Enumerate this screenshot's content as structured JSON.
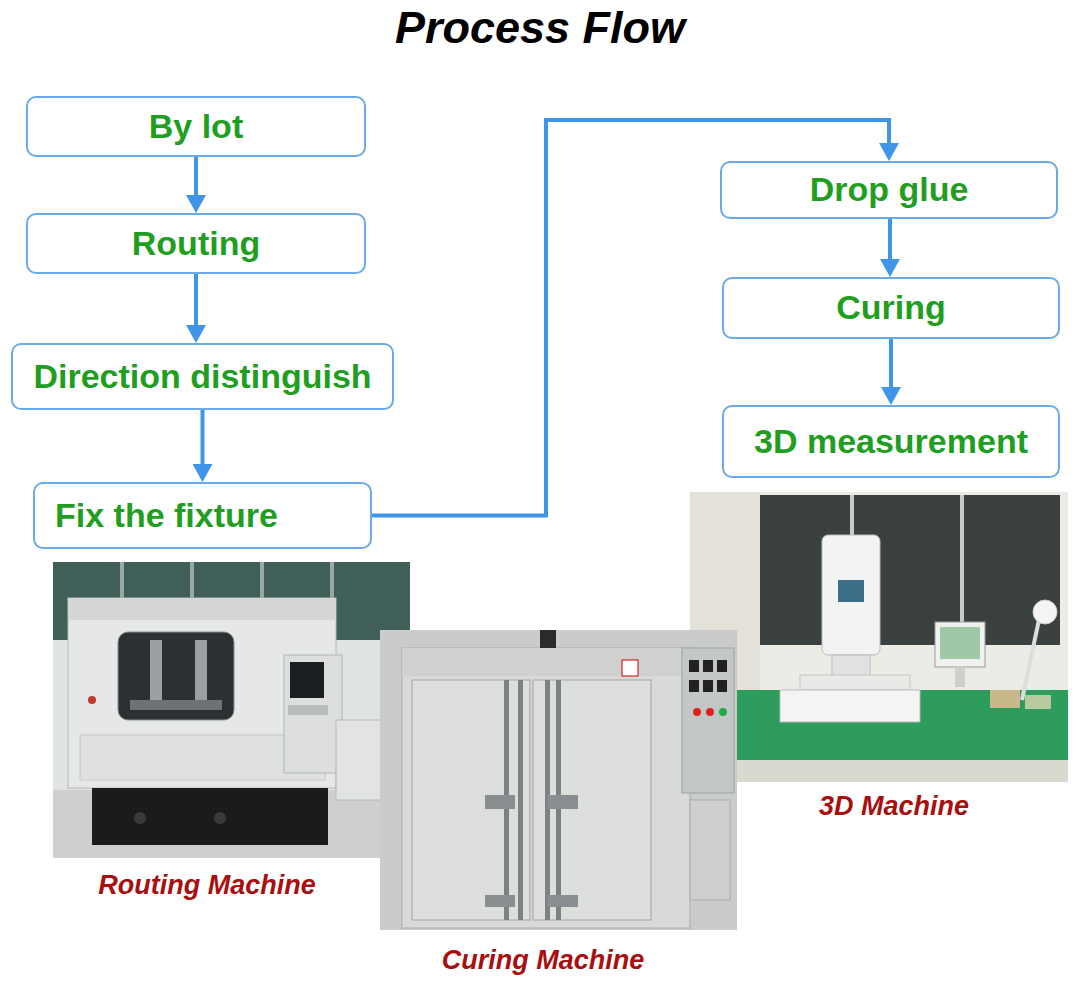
{
  "diagram": {
    "title": "Process Flow",
    "nodes": [
      {
        "text": [
          "By lot"
        ]
      },
      {
        "text": [
          "Routing"
        ]
      },
      {
        "text": [
          "Direction distinguish"
        ]
      },
      {
        "text": [
          "Fix the fixture"
        ]
      },
      {
        "text": [
          "Drop glue"
        ]
      },
      {
        "text": [
          "Curing"
        ]
      },
      {
        "text": [
          "3D measurement"
        ]
      }
    ],
    "edges": [
      {
        "from": 0,
        "to": 1,
        "arrow": "to"
      },
      {
        "from": 1,
        "to": 2,
        "arrow": "to"
      },
      {
        "from": 2,
        "to": 3,
        "arrow": "to"
      },
      {
        "from": 3,
        "to": 4,
        "arrow": "to"
      },
      {
        "from": 4,
        "to": 5,
        "arrow": "to"
      },
      {
        "from": 5,
        "to": 6,
        "arrow": "to"
      }
    ],
    "labels": [
      "Routing Machine",
      "Curing Machine",
      "3D Machine"
    ]
  }
}
